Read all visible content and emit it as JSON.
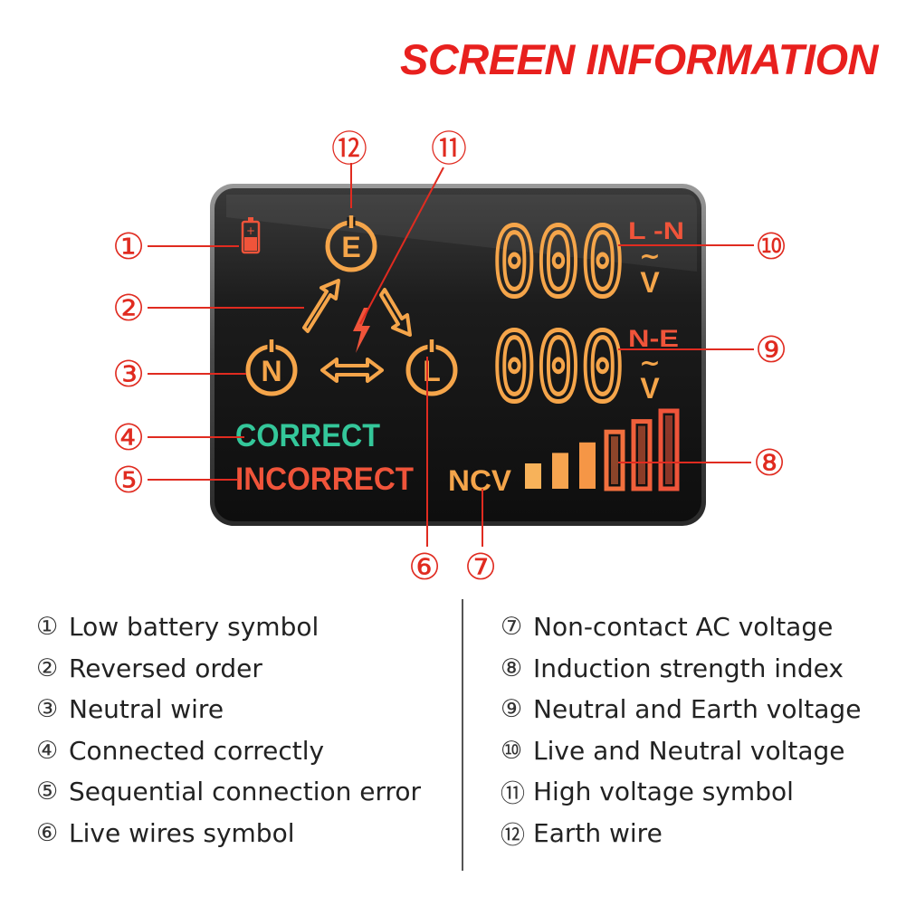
{
  "title": "SCREEN INFORMATION",
  "display": {
    "readout_top": "000",
    "readout_top_label": "L -N",
    "readout_bottom": "000",
    "readout_bottom_label": "N-E",
    "unit_tilde": "~",
    "unit_v": "V",
    "node_e": "E",
    "node_n": "N",
    "node_l": "L",
    "status_correct": "CORRECT",
    "status_incorrect": "INCORRECT",
    "ncv_label": "NCV",
    "signal_bars_lit": 6,
    "signal_bars_total": 6
  },
  "callouts": {
    "c1": "①",
    "c2": "②",
    "c3": "③",
    "c4": "④",
    "c5": "⑤",
    "c6": "⑥",
    "c7": "⑦",
    "c8": "⑧",
    "c9": "⑨",
    "c10": "⑩",
    "c11": "⑪",
    "c12": "⑫"
  },
  "legend_left": [
    {
      "num": "①",
      "text": "Low battery symbol"
    },
    {
      "num": "②",
      "text": "Reversed order"
    },
    {
      "num": "③",
      "text": "Neutral wire"
    },
    {
      "num": "④",
      "text": "Connected correctly"
    },
    {
      "num": "⑤",
      "text": "Sequential connection error"
    },
    {
      "num": "⑥",
      "text": "Live wires symbol"
    }
  ],
  "legend_right": [
    {
      "num": "⑦",
      "text": "Non-contact AC voltage"
    },
    {
      "num": "⑧",
      "text": "Induction strength index"
    },
    {
      "num": "⑨",
      "text": "Neutral and Earth voltage"
    },
    {
      "num": "⑩",
      "text": "Live and Neutral voltage"
    },
    {
      "num": "⑪",
      "text": "High voltage symbol"
    },
    {
      "num": "⑫",
      "text": "Earth wire"
    }
  ],
  "colors": {
    "title_red": "#e8201e",
    "orange": "#f5a54a",
    "orange_light": "#f7b25a",
    "red_orange": "#f0543a",
    "green": "#34c79a",
    "screen_dark": "#141414",
    "callout_red": "#e02b20"
  }
}
